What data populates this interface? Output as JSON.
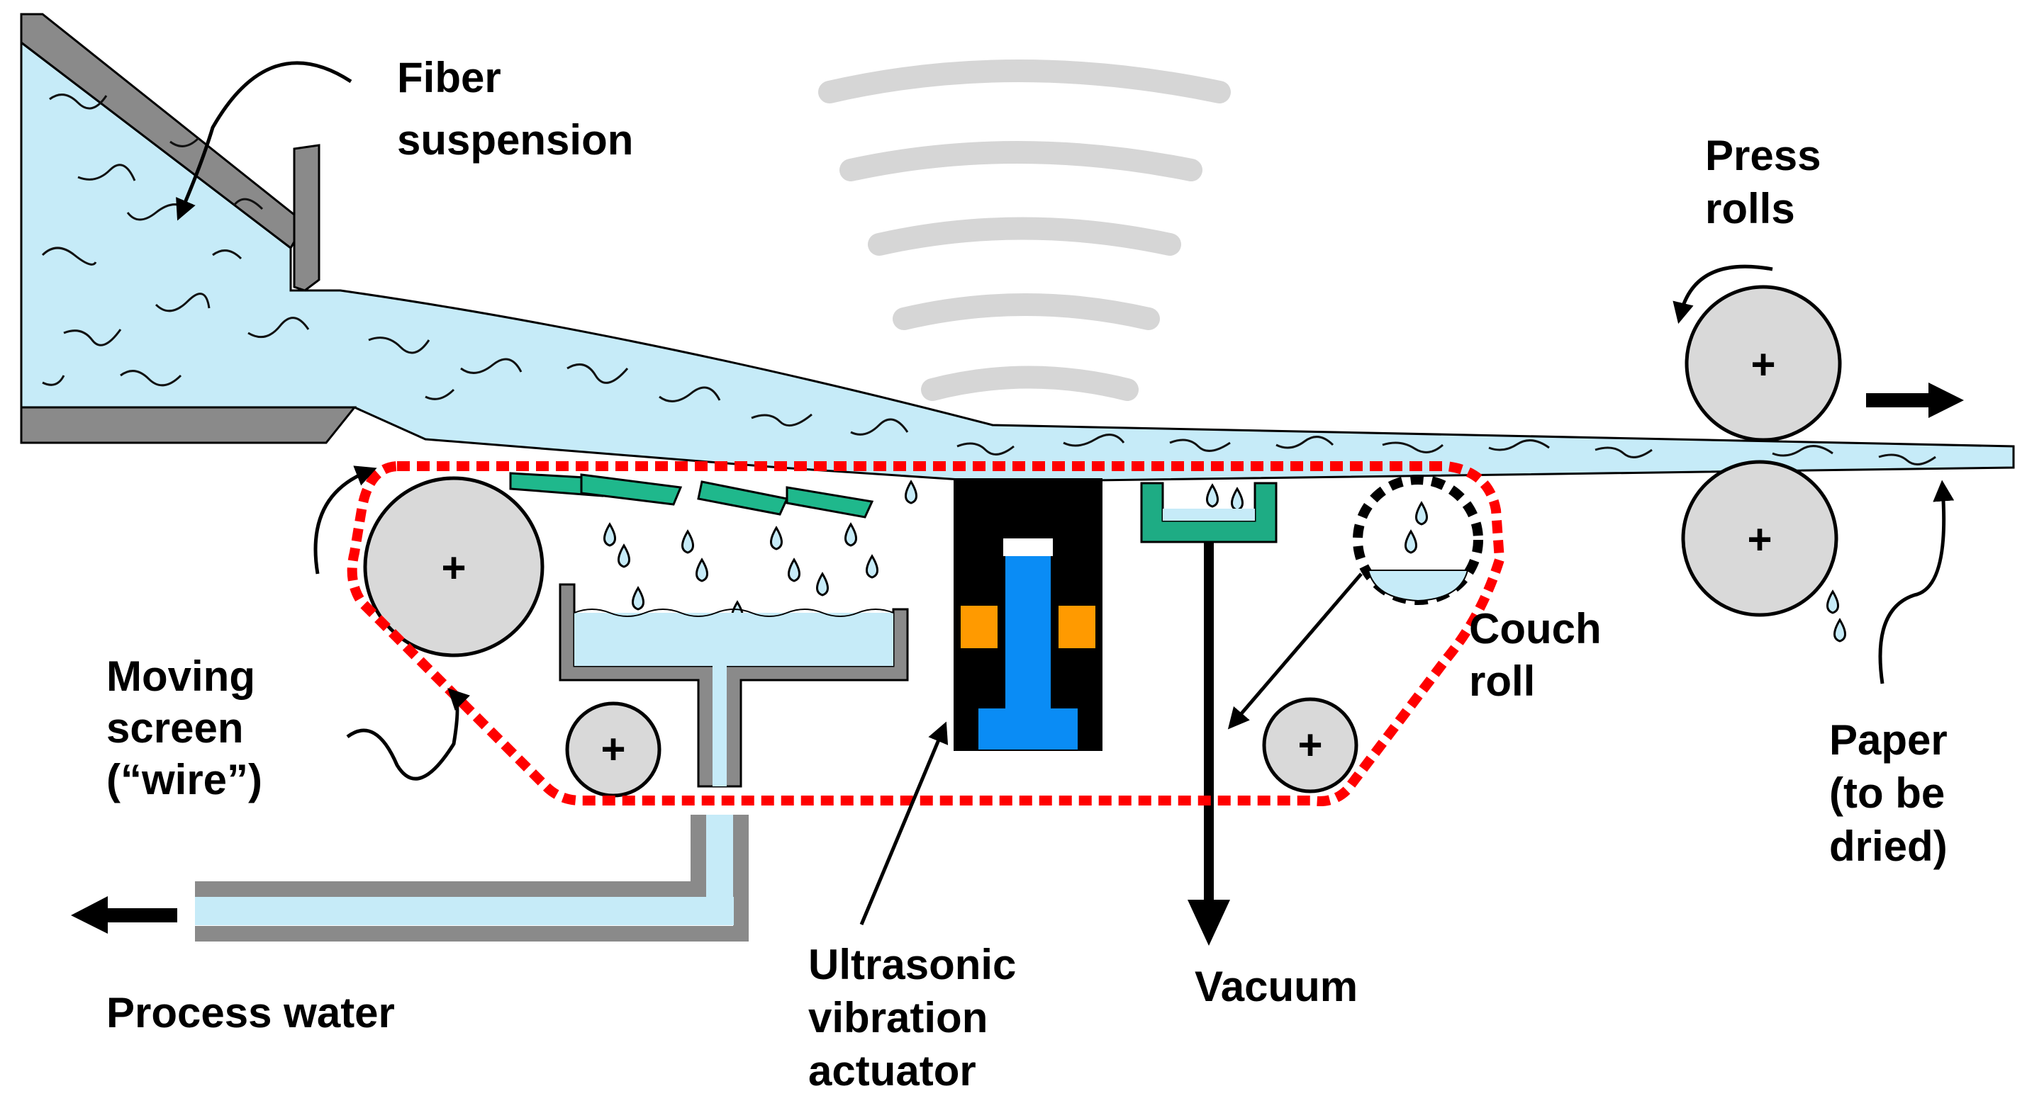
{
  "labels": {
    "fiber_suspension": [
      "Fiber",
      "suspension"
    ],
    "press_rolls": [
      "Press",
      "rolls"
    ],
    "moving_screen": [
      "Moving",
      "screen",
      "(“wire”)"
    ],
    "couch_roll": [
      "Couch",
      "roll"
    ],
    "paper": [
      "Paper",
      "(to be",
      "dried)"
    ],
    "process_water": "Process water",
    "ultrasonic_actuator": [
      "Ultrasonic",
      "vibration",
      "actuator"
    ],
    "vacuum": "Vacuum"
  },
  "roll_symbol": "+",
  "colors": {
    "suspension_fill": "#c6ebf8",
    "fiber_stroke": "#111111",
    "screen_dots": "#ff0000",
    "structure_gray": "#8a8a8a",
    "roll_gray": "#d9d9d9",
    "foil_green": "#1fb88c",
    "vacuum_box_teal": "#1eac84",
    "transducer_blue": "#0a8cf5",
    "piezo_orange": "#ff9a00",
    "wave_gray": "#d6d6d6"
  }
}
